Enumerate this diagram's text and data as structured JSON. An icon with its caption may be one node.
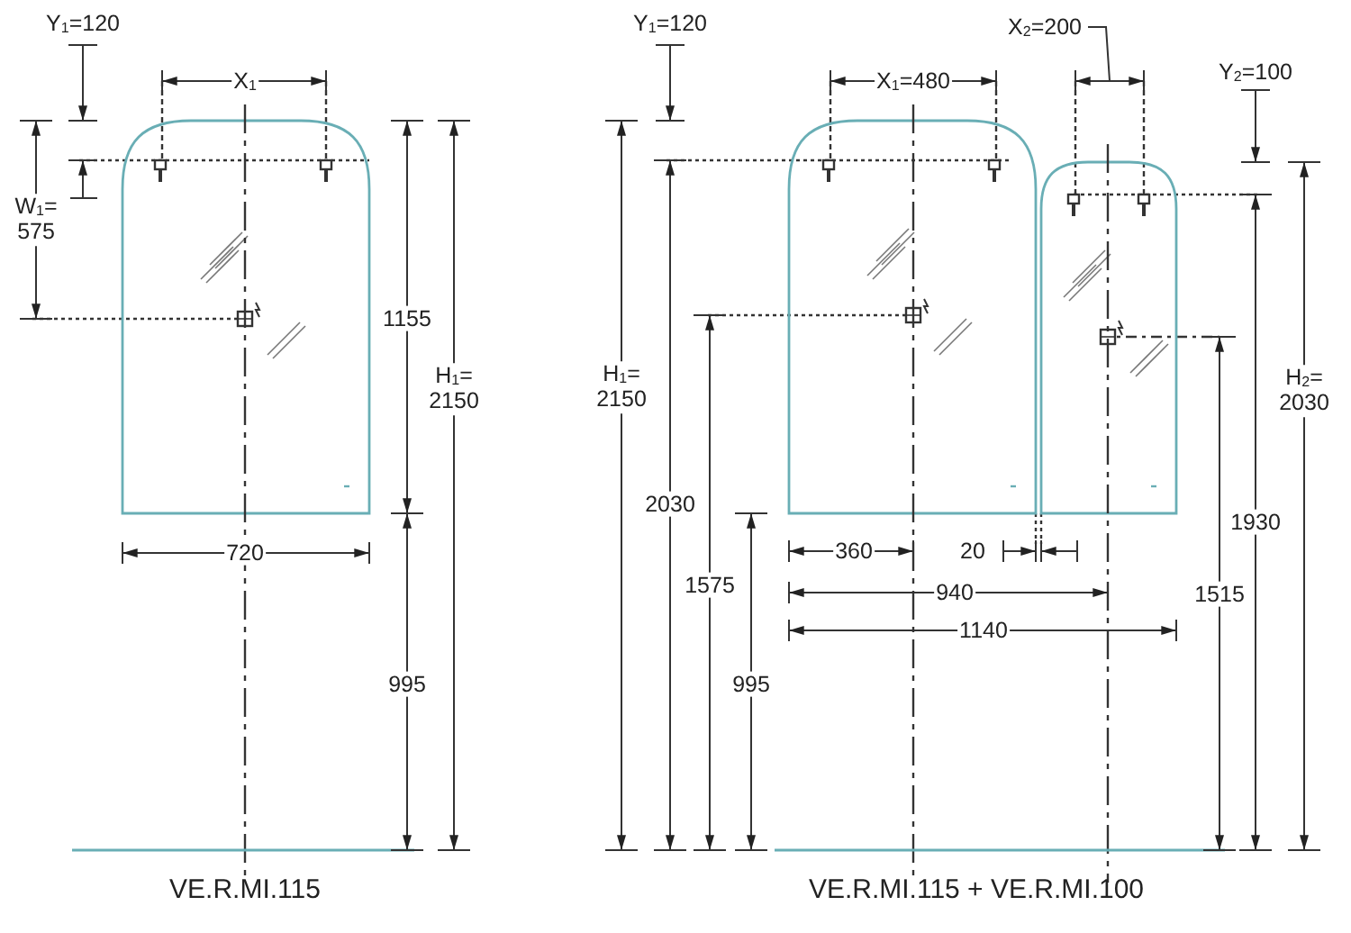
{
  "diagram": {
    "labels": [
      "Y$_{1}$=120",
      "X$_{1}$",
      "W$_{1}$= 575",
      "1155",
      "H$_{1}$= 2150",
      "720",
      "995",
      "VE.R.MI.115",
      "Y$_{1}$=120",
      "X$_{1}$=480",
      "X$_{2}$=200",
      "Y$_{2}$=100",
      "H$_{1}$= 2150",
      "H$_{2}$= 2030",
      "2030",
      "1930",
      "360",
      "20",
      "1575",
      "940",
      "1515",
      "1140",
      "995",
      "VE.R.MI.115 + VE.R.MI.100"
    ]
  }
}
